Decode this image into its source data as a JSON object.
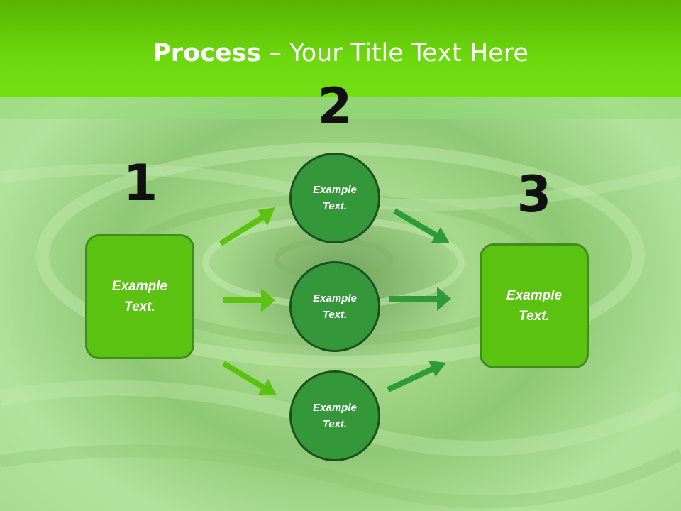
{
  "slide": {
    "title_bold": "Process",
    "title_rest": " – Your Title Text Here"
  },
  "numbers": [
    "1",
    "2",
    "3"
  ],
  "left_box": {
    "line1": "Example",
    "line2": "Text."
  },
  "circles": [
    {
      "line1": "Example",
      "line2": "Text."
    },
    {
      "line1": "Example",
      "line2": "Text."
    },
    {
      "line1": "Example",
      "line2": "Text."
    }
  ],
  "right_box": {
    "line1": "Example",
    "line2": "Text."
  },
  "colors": {
    "header": "#6cd80e",
    "box_fill": "#5cc212",
    "circle_fill": "#34983a",
    "arrow_light": "#5cc212",
    "arrow_dark": "#2f9a3a"
  }
}
